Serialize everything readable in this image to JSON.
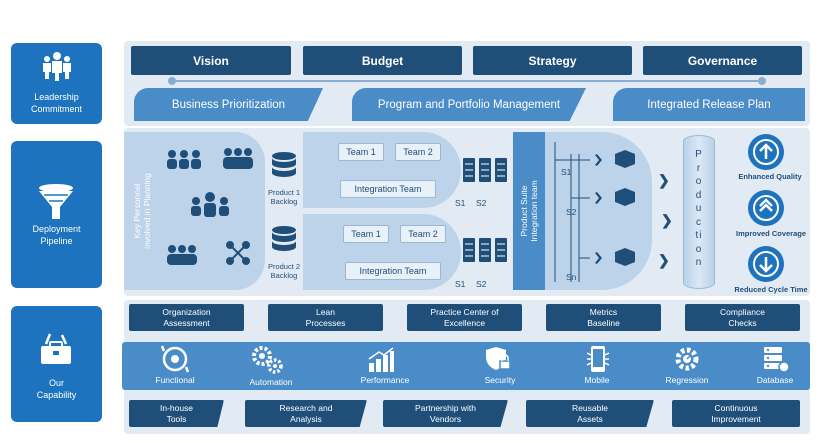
{
  "sidebar": {
    "leadership": "Leadership\nCommitment",
    "deployment": "Deployment\nPipeline",
    "capability": "Our\nCapability"
  },
  "leadership": {
    "top": [
      "Vision",
      "Budget",
      "Strategy",
      "Governance"
    ],
    "bottom": [
      "Business Prioritization",
      "Program and Portfolio Management",
      "Integrated Release Plan"
    ]
  },
  "pipeline": {
    "key_personnel": "Key Personnel\ninvolved in Planning",
    "backlog1": "Product 1\nBacklog",
    "backlog2": "Product 2\nBacklog",
    "team1": "Team 1",
    "team2": "Team 2",
    "integration_team": "Integration Team",
    "s1": "S1",
    "s2": "S2",
    "sn": "Sn",
    "suite": "Product Suite\nIntegration team",
    "production": "Production"
  },
  "outcomes": [
    "Enhanced Quality",
    "Improved Coverage",
    "Reduced Cycle Time"
  ],
  "capability": {
    "row1": [
      "Organization\nAssessment",
      "Lean\nProcesses",
      "Practice Center of\nExcellence",
      "Metrics\nBaseline",
      "Compliance\nChecks"
    ],
    "row2": [
      "Functional",
      "Automation",
      "Performance",
      "Security",
      "Mobile",
      "Regression",
      "Database"
    ],
    "row3": [
      "In-house\nTools",
      "Research and\nAnalysis",
      "Partnership with\nVendors",
      "Reusable\nAssets",
      "Continuous\nImprovement"
    ]
  },
  "colors": {
    "primary": "#1e73be",
    "dark": "#1f4e79",
    "mid": "#4a8cc7",
    "light": "#bcd3ea",
    "band": "#e2ebf4"
  }
}
